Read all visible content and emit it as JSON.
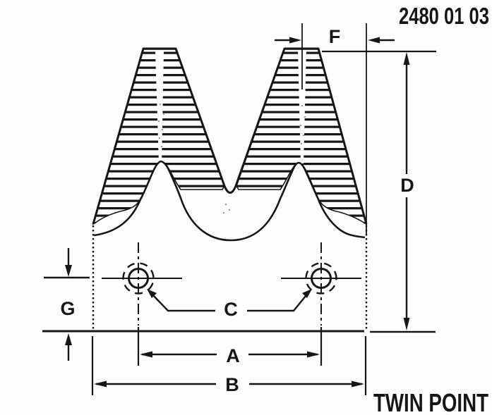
{
  "page": {
    "background": "#fdfdfd",
    "ink": "#161616"
  },
  "drawing": {
    "part_number": "2480 01 03",
    "part_name": "TWIN POINT",
    "type": "twin-point-knife-section-dimension-diagram"
  },
  "dimensions": {
    "f": "F",
    "d": "D",
    "g": "G",
    "c": "C",
    "a": "A",
    "b": "B"
  }
}
